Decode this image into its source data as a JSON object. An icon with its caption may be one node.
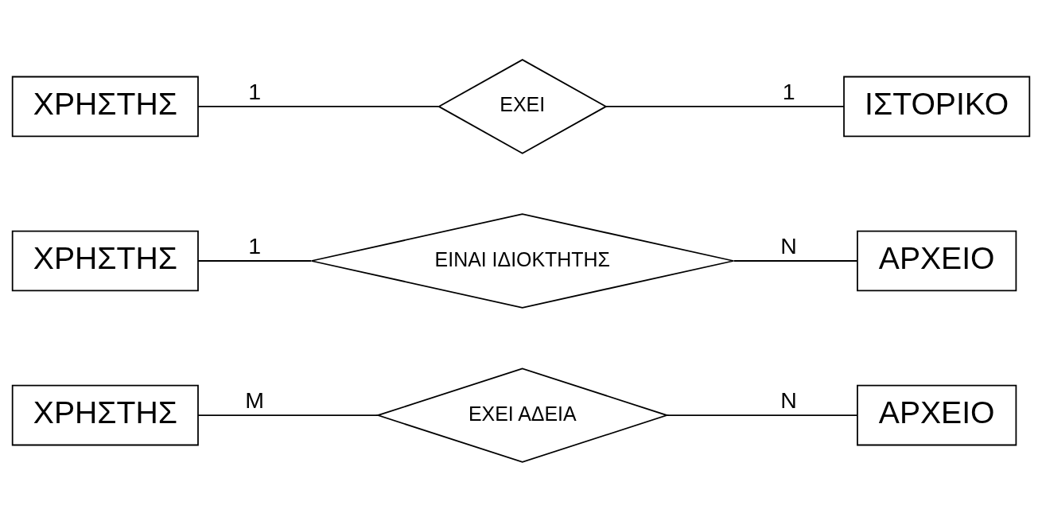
{
  "diagram": {
    "nodes": [
      {
        "text": [
          "ΧΡΗΣΤΗΣ"
        ]
      },
      {
        "text": [
          "ΕΧΕΙ"
        ]
      },
      {
        "text": [
          "ΙΣΤΟΡΙΚΟ"
        ]
      },
      {
        "text": [
          "ΧΡΗΣΤΗΣ"
        ]
      },
      {
        "text": [
          "ΕΙΝΑΙ ΙΔΙΟΚΤΗΤΗΣ"
        ]
      },
      {
        "text": [
          "ΑΡΧΕΙΟ"
        ]
      },
      {
        "text": [
          "ΧΡΗΣΤΗΣ"
        ]
      },
      {
        "text": [
          "ΕΧΕΙ ΑΔΕΙΑ"
        ]
      },
      {
        "text": [
          "ΑΡΧΕΙΟ"
        ]
      }
    ],
    "edges": [
      {
        "from": 0,
        "to": 1,
        "arrow": "none",
        "label": "1"
      },
      {
        "from": 1,
        "to": 2,
        "arrow": "none",
        "label": "1"
      },
      {
        "from": 3,
        "to": 4,
        "arrow": "none",
        "label": "1"
      },
      {
        "from": 4,
        "to": 5,
        "arrow": "none",
        "label": "N"
      },
      {
        "from": 6,
        "to": 7,
        "arrow": "none",
        "label": "M"
      },
      {
        "from": 7,
        "to": 8,
        "arrow": "none",
        "label": "N"
      }
    ]
  }
}
